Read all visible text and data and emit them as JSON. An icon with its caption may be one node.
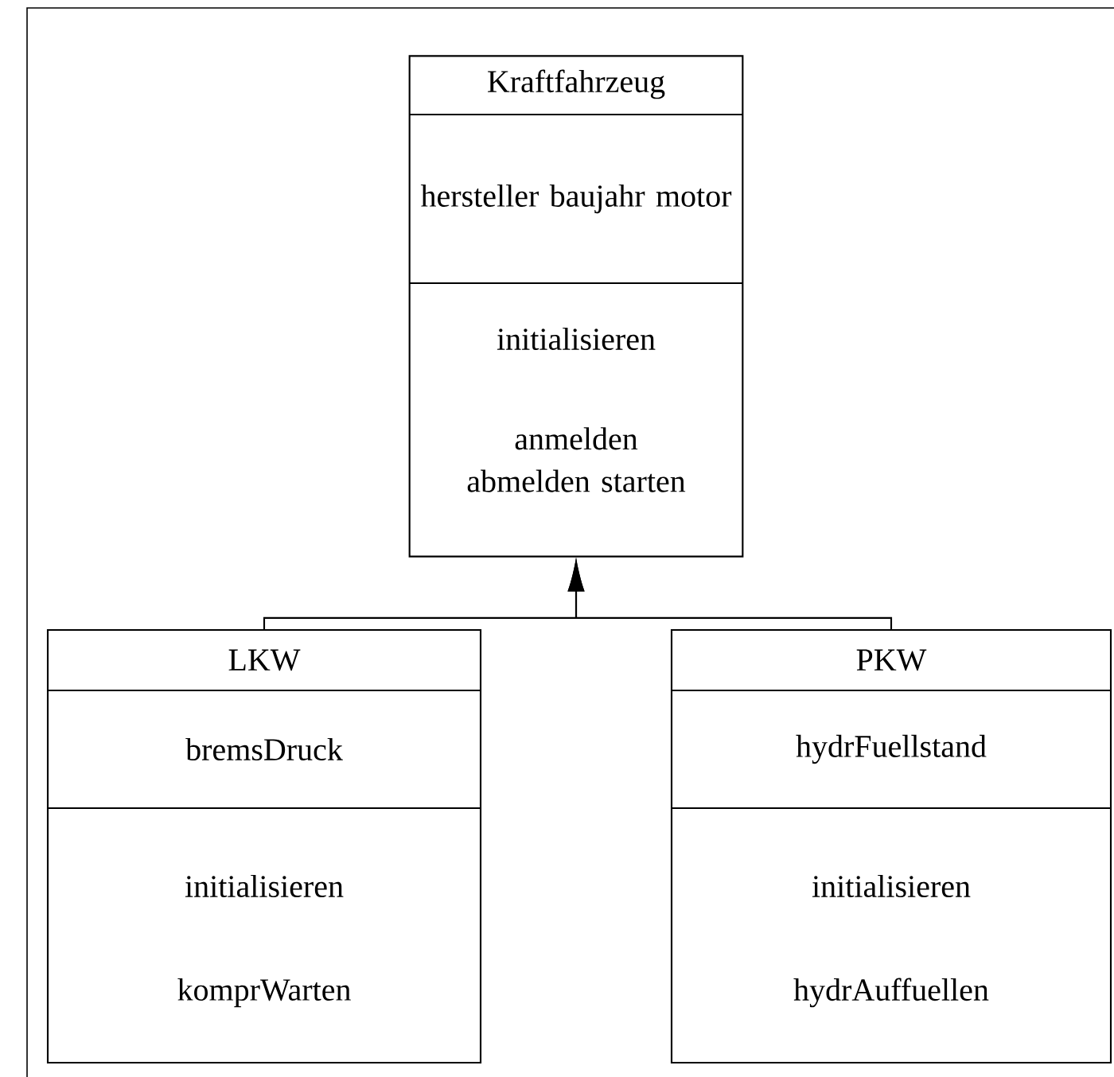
{
  "diagram": {
    "nodes": [
      {
        "text": [
          "Kraftfahrzeug",
          "hersteller baujahr motor",
          "initialisieren",
          "anmelden abmelden starten"
        ]
      },
      {
        "text": [
          "LKW",
          "bremsDruck",
          "initialisieren",
          "komprWarten"
        ]
      },
      {
        "text": [
          "PKW",
          "hydrFuellstand",
          "initialisieren",
          "hydrAuffuellen"
        ]
      }
    ],
    "edges": [
      {
        "from": 1,
        "to": 0,
        "arrow": "to"
      },
      {
        "from": 2,
        "to": 0,
        "arrow": "to"
      }
    ]
  }
}
